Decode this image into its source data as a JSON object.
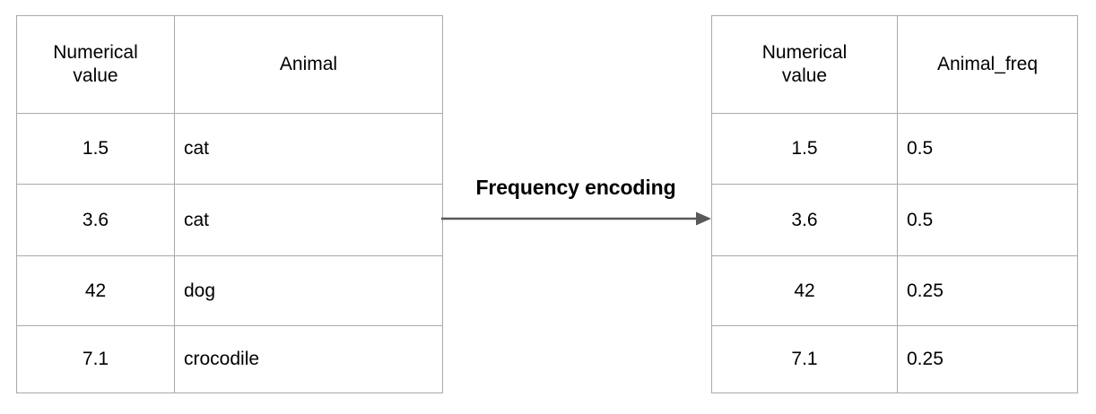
{
  "diagram": {
    "title": "Frequency encoding",
    "border_color": "#a9a9a9",
    "text_color": "#000000",
    "arrow_color": "#595959",
    "background": "#ffffff"
  },
  "transform": {
    "label": "Frequency encoding",
    "arrow_icon": "right-arrow-icon"
  },
  "source_table": {
    "headers": [
      "Numerical value",
      "Animal"
    ],
    "header_line1": [
      "Numerical",
      "Animal"
    ],
    "header_line2": [
      "value",
      ""
    ],
    "rows": [
      {
        "value": "1.5",
        "animal": "cat"
      },
      {
        "value": "3.6",
        "animal": "cat"
      },
      {
        "value": "42",
        "animal": "dog"
      },
      {
        "value": "7.1",
        "animal": "crocodile"
      }
    ]
  },
  "encoded_table": {
    "headers": [
      "Numerical value",
      "Animal_freq"
    ],
    "header_line1": [
      "Numerical",
      "Animal_freq"
    ],
    "header_line2": [
      "value",
      ""
    ],
    "rows": [
      {
        "value": "1.5",
        "freq": "0.5"
      },
      {
        "value": "3.6",
        "freq": "0.5"
      },
      {
        "value": "42",
        "freq": "0.25"
      },
      {
        "value": "7.1",
        "freq": "0.25"
      }
    ]
  }
}
